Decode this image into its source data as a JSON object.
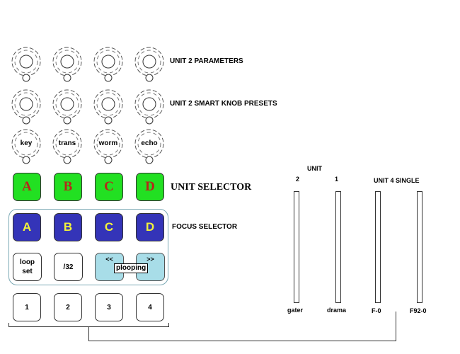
{
  "knob_rows": [
    {
      "label": "UNIT 2 PARAMETERS",
      "knobs": [
        "",
        "",
        "",
        ""
      ]
    },
    {
      "label": "UNIT 2 SMART KNOB PRESETS",
      "knobs": [
        "",
        "",
        "",
        ""
      ]
    },
    {
      "label": "",
      "knobs": [
        "key",
        "trans",
        "worm",
        "echo"
      ]
    }
  ],
  "unit_selector": {
    "label": "UNIT SELECTOR",
    "buttons": [
      "A",
      "B",
      "C",
      "D"
    ],
    "color": "#22e022",
    "text_color": "#b5281a"
  },
  "focus_selector": {
    "label": "FOCUS SELECTOR",
    "buttons": [
      "A",
      "B",
      "C",
      "D"
    ],
    "color": "#3434b8",
    "text_color": "#f2f23a"
  },
  "function_buttons": {
    "loop_set": "loop set",
    "div32": "/32",
    "rewind": "<<",
    "forward": ">>",
    "plooping_label": "plooping"
  },
  "number_buttons": [
    "1",
    "2",
    "3",
    "4"
  ],
  "faders": {
    "unit_header": "UNIT",
    "unit_numbers": [
      "2",
      "1"
    ],
    "single_header": "UNIT 4 SINGLE",
    "labels": [
      "gater",
      "drama",
      "F-0",
      "F92-0"
    ]
  }
}
